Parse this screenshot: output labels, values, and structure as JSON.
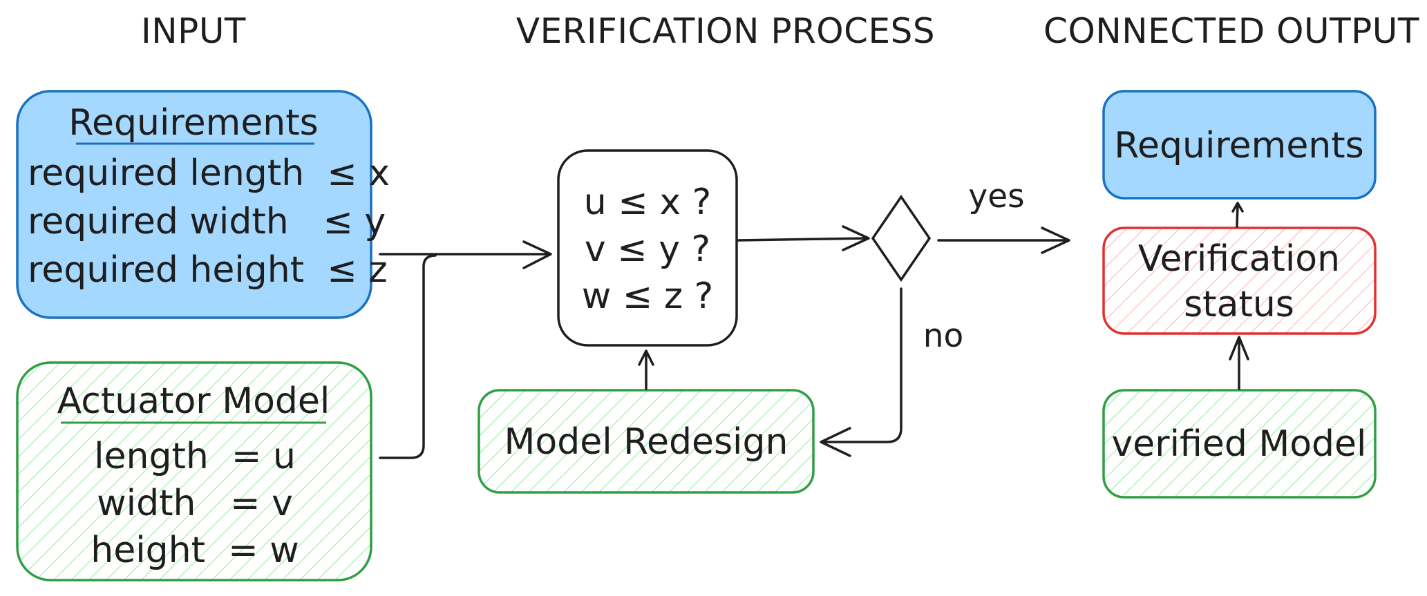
{
  "headers": {
    "input": "INPUT",
    "process": "VERIFICATION PROCESS",
    "output": "CONNECTED OUTPUT"
  },
  "requirements_box": {
    "title": "Requirements",
    "lines": [
      "required length  ≤ x",
      "required width   ≤ y",
      "required height  ≤ z"
    ]
  },
  "actuator_box": {
    "title": "Actuator Model",
    "lines": [
      "length  = u",
      "width   = v",
      "height  = w"
    ]
  },
  "check_box": {
    "lines": [
      "u ≤ x ?",
      "v ≤ y ?",
      "w ≤ z ?"
    ]
  },
  "redesign_box": {
    "label": "Model Redesign"
  },
  "decision": {
    "yes_label": "yes",
    "no_label": "no"
  },
  "output": {
    "requirements_label": "Requirements",
    "status_lines": [
      "Verification",
      "status"
    ],
    "verified_label": "verified Model"
  },
  "colors": {
    "blue_fill": "#a5d8ff",
    "blue_stroke": "#1971c2",
    "green_stroke": "#2f9e44",
    "green_hatch": "#b2f2bb",
    "red_stroke": "#e03131",
    "red_hatch": "#ffc9c9",
    "ink": "#1e1e1e"
  }
}
